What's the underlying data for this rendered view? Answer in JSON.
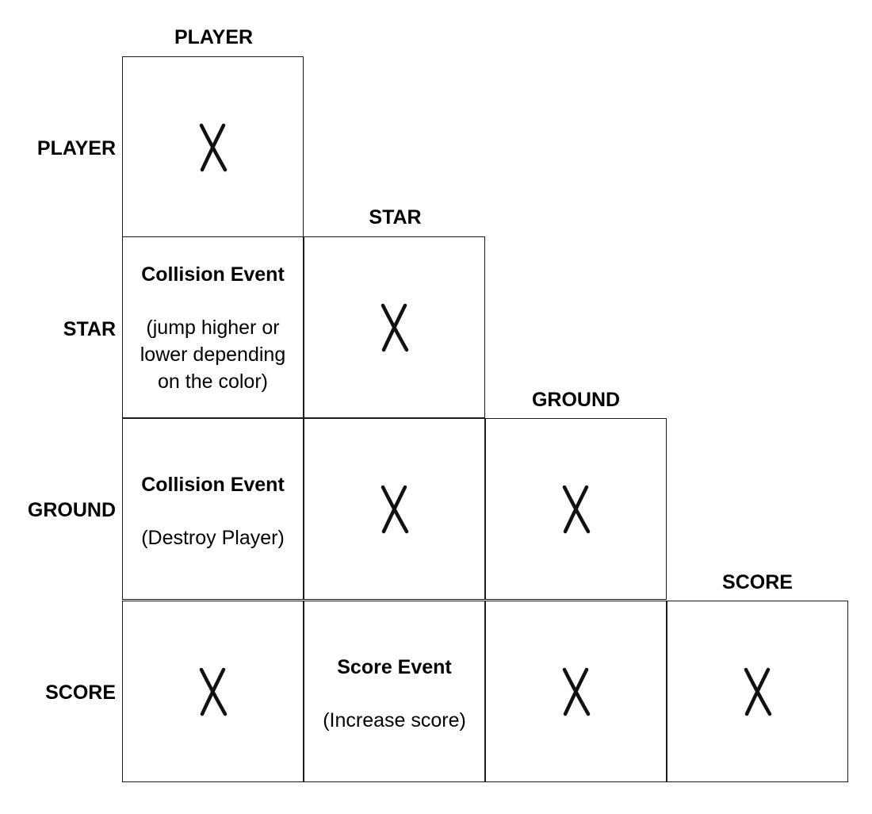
{
  "columns": [
    "PLAYER",
    "STAR",
    "GROUND",
    "SCORE"
  ],
  "rows": [
    "PLAYER",
    "STAR",
    "GROUND",
    "SCORE"
  ],
  "mark_symbol": "X",
  "cells": {
    "star_player": {
      "title": "Collision Event",
      "description": "(jump higher or lower depending on the color)"
    },
    "ground_player": {
      "title": "Collision Event",
      "description": "(Destroy Player)"
    },
    "score_star": {
      "title": "Score Event",
      "description": "(Increase score)"
    }
  }
}
